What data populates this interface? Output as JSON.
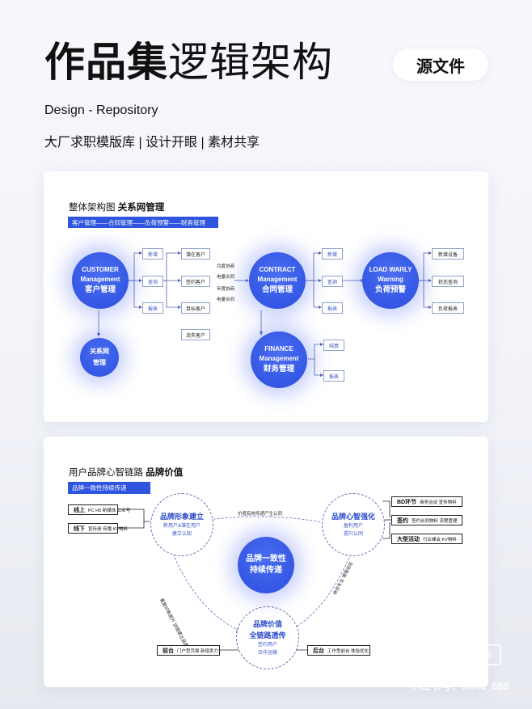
{
  "header": {
    "title_bold": "作品集",
    "title_light": "逻辑架构",
    "badge": "源文件",
    "subtitle": "Design  - Repository",
    "tags": "大厂求职模版库 | 设计开眼 | 素材共享"
  },
  "card1": {
    "title_prefix": "整体架构图 ",
    "title_bold": "关系网管理",
    "bar": "客户管理——合同管理——负荷预警——财务管理",
    "customer": {
      "en1": "CUSTOMER",
      "en2": "Management",
      "zh": "客户管理"
    },
    "relation": {
      "zh1": "关系网",
      "zh2": "管理"
    },
    "contract": {
      "en1": "CONTRACT",
      "en2": "Management",
      "zh": "合同管理"
    },
    "finance": {
      "en1": "FINANCE",
      "en2": "Management",
      "zh": "财务管理"
    },
    "load": {
      "en1": "LOAD WARLY",
      "en2": "Warning",
      "zh": "负荷预警"
    },
    "cust_boxes": [
      "新增",
      "查询",
      "报表"
    ],
    "client_types": [
      "潜在客户",
      "签约客户",
      "目标客户",
      "流失客户"
    ],
    "contract_notes": [
      "月度协商",
      "电量合同",
      "年度协商",
      "电量合同"
    ],
    "contract_boxes": [
      "新增",
      "查询",
      "报表"
    ],
    "finance_boxes": [
      "结算",
      "报表"
    ],
    "load_boxes": [
      "新增设备",
      "状态查询",
      "负荷报表"
    ]
  },
  "card2": {
    "title_prefix": "用户品牌心智链路 ",
    "title_bold": "品牌价值",
    "bar": "品牌一致性持续传递",
    "center": {
      "l1": "品牌一致性",
      "l2": "持续传递"
    },
    "left": {
      "h": "品牌形象建立",
      "s1": "新用户&潜在用户",
      "s2": "建立认知"
    },
    "right": {
      "h": "品牌心智强化",
      "s1": "盈利用户",
      "s2": "提升认同"
    },
    "bottom": {
      "h1": "品牌价值",
      "h2": "全链路透传",
      "s1": "签约用户",
      "s2": "合作运输"
    },
    "top_label": "价值有效传递产生认同",
    "left_diag": "重复印象提升 加强建立品牌",
    "right_diag": "体验专业 增强信任",
    "left_items": [
      {
        "k": "线上",
        "v": "PC  H5  新媒体  公众号"
      },
      {
        "k": "线下",
        "v": "宣传册  传播  KV物料"
      }
    ],
    "right_items": [
      {
        "k": "BD环节",
        "v": "商务洽谈  宣传物料"
      },
      {
        "k": "签约",
        "v": "签约合同物料  流程管理"
      },
      {
        "k": "大型活动",
        "v": "行业峰会  KV物料"
      }
    ],
    "bottom_left": {
      "k": "前台",
      "v": "门户型页面  新增卖力"
    },
    "bottom_right": {
      "k": "后台",
      "v": "工作型前台  体验优化"
    }
  },
  "watermark": {
    "logo": "小红书",
    "text": "小红书号：Mina_666"
  },
  "colors": {
    "accent": "#2f55e0",
    "circle": "#3a5ee8",
    "line": "#5c6fb8"
  }
}
